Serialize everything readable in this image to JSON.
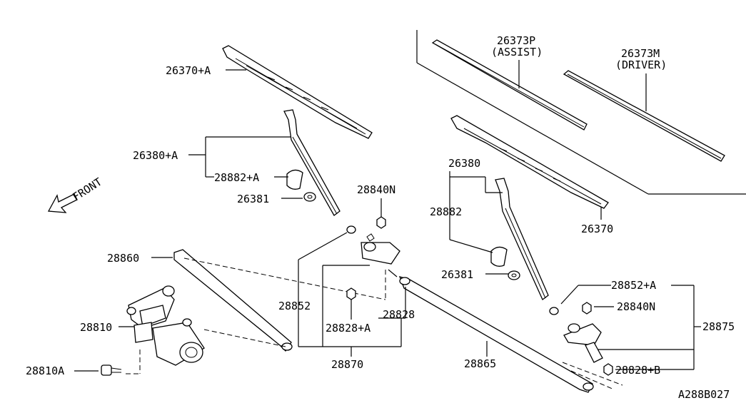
{
  "labels": {
    "blade_assist_part": "26373P",
    "blade_assist_note": "(ASSIST)",
    "blade_driver_part": "26373M",
    "blade_driver_note": "(DRIVER)",
    "blade_left": "26370+A",
    "arm_left": "26380+A",
    "cap_left": "28882+A",
    "nut_left": "26381",
    "front": "FRONT",
    "nut_center_top": "28840N",
    "blade_right": "26370",
    "arm_right": "26380",
    "cap_right": "28882",
    "nut_right": "26381",
    "link_short": "28860",
    "pivot_left": "28852",
    "bushing_center": "28828",
    "bushing_center_a": "28828+A",
    "motor": "28810",
    "bolt_motor": "28810A",
    "linkage_assy": "28870",
    "link_long": "28865",
    "pivot_right": "28852+A",
    "nut_right_pivot": "28840N",
    "linkage_right": "28875",
    "bushing_right_b": "28828+B",
    "diagram_id": "A288B027"
  }
}
